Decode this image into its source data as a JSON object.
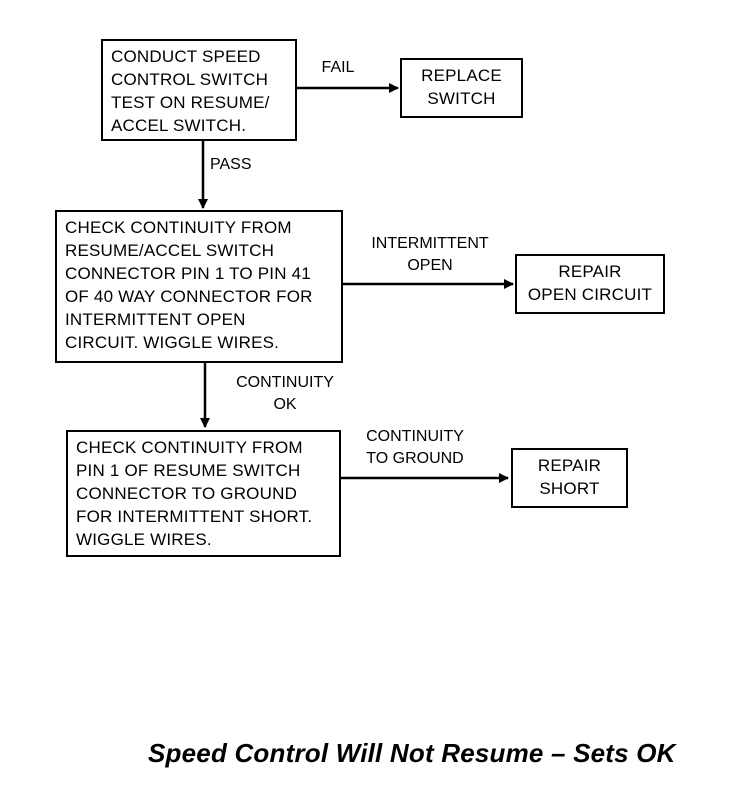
{
  "nodes": {
    "speed_switch_test": "CONDUCT SPEED\nCONTROL SWITCH\nTEST ON RESUME/\nACCEL SWITCH.",
    "replace_switch": "REPLACE\nSWITCH",
    "check_open": "CHECK CONTINUITY FROM\nRESUME/ACCEL SWITCH\nCONNECTOR PIN 1 TO PIN 41\nOF 40 WAY CONNECTOR FOR\nINTERMITTENT OPEN\nCIRCUIT. WIGGLE WIRES.",
    "repair_open": "REPAIR\nOPEN CIRCUIT",
    "check_short": "CHECK CONTINUITY FROM\nPIN 1 OF RESUME SWITCH\nCONNECTOR TO GROUND\nFOR INTERMITTENT SHORT.\nWIGGLE WIRES.",
    "repair_short": "REPAIR\nSHORT"
  },
  "edges": {
    "fail": "FAIL",
    "pass": "PASS",
    "intermittent_open": "INTERMITTENT\nOPEN",
    "continuity_ok": "CONTINUITY\nOK",
    "continuity_to_ground": "CONTINUITY\nTO GROUND"
  },
  "caption": "Speed Control Will Not Resume – Sets OK"
}
